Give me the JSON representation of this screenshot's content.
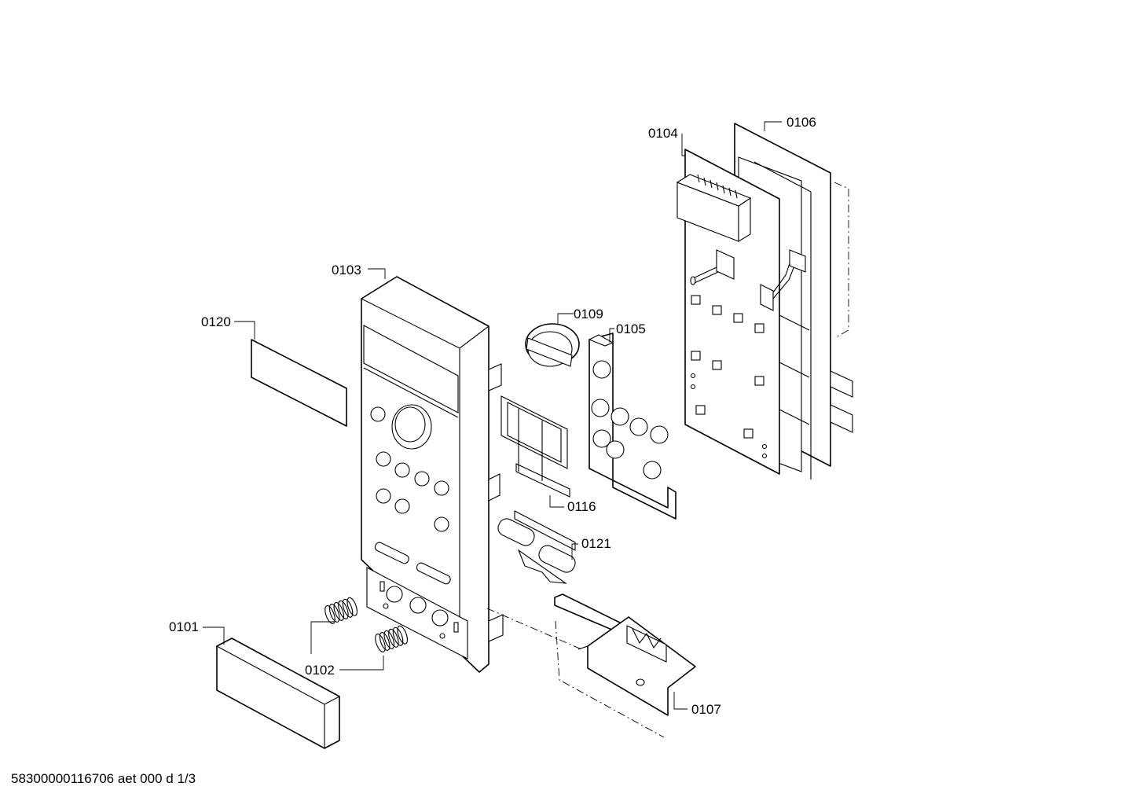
{
  "parts": {
    "p0101": {
      "label": "0101"
    },
    "p0102": {
      "label": "0102"
    },
    "p0103": {
      "label": "0103"
    },
    "p0104": {
      "label": "0104"
    },
    "p0105": {
      "label": "0105"
    },
    "p0106": {
      "label": "0106"
    },
    "p0107": {
      "label": "0107"
    },
    "p0109": {
      "label": "0109"
    },
    "p0116": {
      "label": "0116"
    },
    "p0120": {
      "label": "0120"
    },
    "p0121": {
      "label": "0121"
    }
  },
  "footer": {
    "reference": "58300000116706 aet 000 d 1/3"
  }
}
